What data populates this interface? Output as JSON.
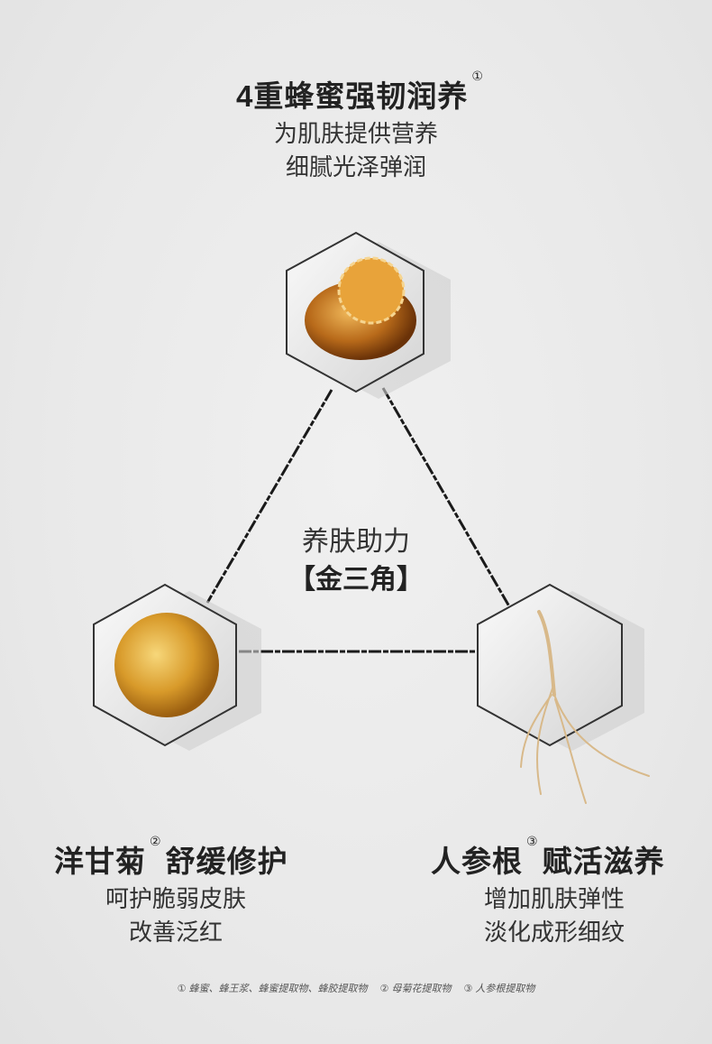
{
  "top": {
    "title": "4重蜂蜜强韧润养",
    "mark": "①",
    "lines": [
      "为肌肤提供营养",
      "细腻光泽弹润"
    ]
  },
  "center": {
    "line1": "养肤助力",
    "line2": "【金三角】"
  },
  "left": {
    "title_a": "洋甘菊",
    "mark": "②",
    "title_b": "舒缓修护",
    "lines": [
      "呵护脆弱皮肤",
      "改善泛红"
    ]
  },
  "right": {
    "title_a": "人参根",
    "mark": "③",
    "title_b": "赋活滋养",
    "lines": [
      "增加肌肤弹性",
      "淡化成形细纹"
    ]
  },
  "footnote": "① 蜂蜜、蜂王浆、蜂蜜提取物、蜂胶提取物　 ② 母菊花提取物　 ③ 人参根提取物"
}
